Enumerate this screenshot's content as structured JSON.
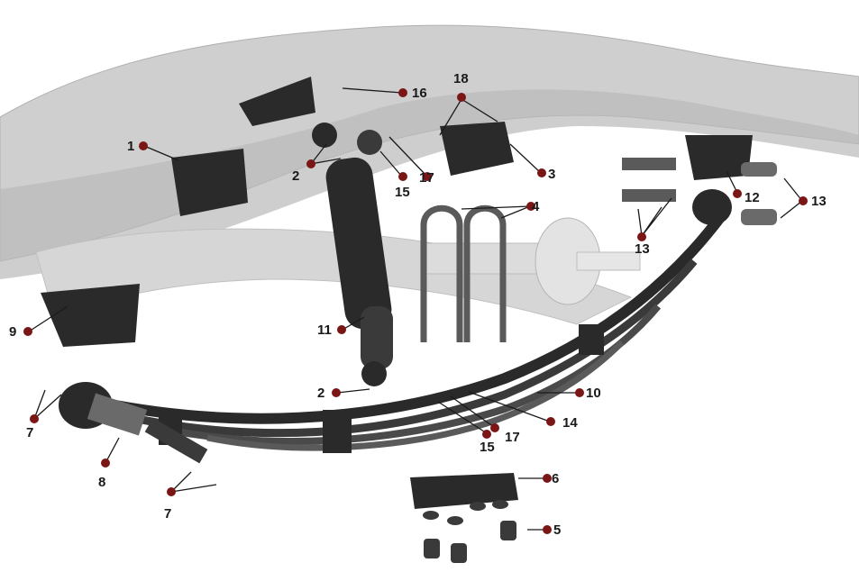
{
  "diagram": {
    "colors": {
      "frame": "#cfcfcf",
      "frame_shade": "#b5b5b5",
      "dark_part": "#2a2a2a",
      "mid_part": "#6a6a6a",
      "leader_dot": "#7a1616",
      "label": "#1a1a1a"
    },
    "labels": [
      {
        "id": "c1",
        "text": "1"
      },
      {
        "id": "c2a",
        "text": "2"
      },
      {
        "id": "c2b",
        "text": "2"
      },
      {
        "id": "c3",
        "text": "3"
      },
      {
        "id": "c4",
        "text": "4"
      },
      {
        "id": "c5",
        "text": "5"
      },
      {
        "id": "c6",
        "text": "6"
      },
      {
        "id": "c7a",
        "text": "7"
      },
      {
        "id": "c7b",
        "text": "7"
      },
      {
        "id": "c8",
        "text": "8"
      },
      {
        "id": "c9",
        "text": "9"
      },
      {
        "id": "c10",
        "text": "10"
      },
      {
        "id": "c11",
        "text": "11"
      },
      {
        "id": "c12",
        "text": "12"
      },
      {
        "id": "c13a",
        "text": "13"
      },
      {
        "id": "c13b",
        "text": "13"
      },
      {
        "id": "c14",
        "text": "14"
      },
      {
        "id": "c15a",
        "text": "15"
      },
      {
        "id": "c15b",
        "text": "15"
      },
      {
        "id": "c16",
        "text": "16"
      },
      {
        "id": "c17a",
        "text": "17"
      },
      {
        "id": "c17b",
        "text": "17"
      },
      {
        "id": "c18",
        "text": "18"
      }
    ]
  }
}
